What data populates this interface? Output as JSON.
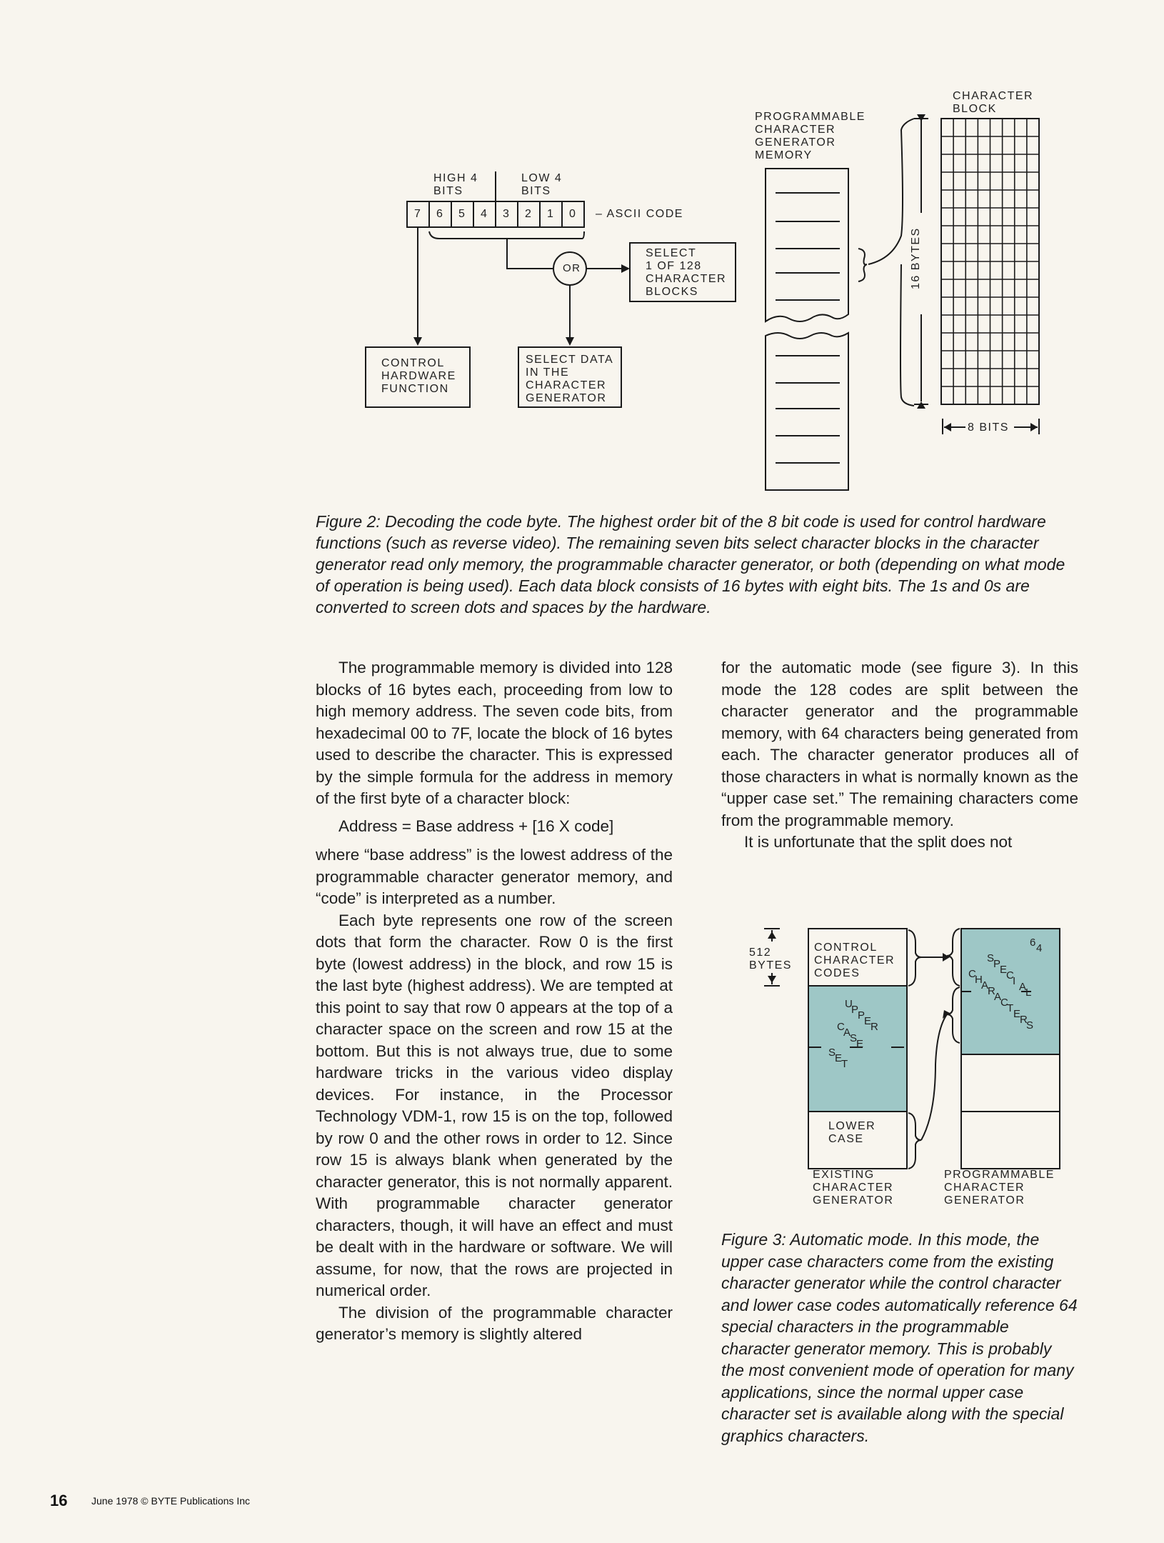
{
  "figure2": {
    "high_bits_label": "HIGH 4\nBITS",
    "low_bits_label": "LOW 4\nBITS",
    "bit_cells": [
      "7",
      "6",
      "5",
      "4",
      "3",
      "2",
      "1",
      "0"
    ],
    "ascii_code_label": "– ASCII CODE",
    "or_label": "OR",
    "select_block_label": "SELECT\n1 OF 128\nCHARACTER\nBLOCKS",
    "control_hw_label": "CONTROL\nHARDWARE\nFUNCTION",
    "select_data_label": "SELECT DATA\nIN THE\nCHARACTER\nGENERATOR",
    "pcg_memory_label": "PROGRAMMABLE\nCHARACTER\nGENERATOR\nMEMORY",
    "char_block_label": "CHARACTER\nBLOCK",
    "sixteen_bytes_label": "16 BYTES",
    "eight_bits_label": "8 BITS",
    "caption": "Figure 2: Decoding the code byte. The highest order bit of the 8 bit code is used for control hardware functions (such as reverse video). The remaining seven bits select character blocks in the character generator read only memory, the programmable character generator, or both (depending on what mode of operation is being used). Each data block consists of 16 bytes with eight bits. The 1s and 0s are converted to screen dots and spaces by the hardware."
  },
  "left_column": {
    "p1": "The programmable memory is divided into 128 blocks of 16 bytes each, proceeding from low to high memory address. The seven code bits, from hexadecimal 00 to 7F, locate the block of 16 bytes used to describe the character. This is expressed by the simple formula for the address in memory of the first byte of a character block:",
    "formula": "Address = Base address + [16 X code]",
    "p2": "where “base address” is the lowest address of the programmable character generator memory, and “code” is interpreted as a number.",
    "p3": "Each byte represents one row of the screen dots that form the character. Row 0 is the first byte (lowest address) in the block, and row 15 is the last byte (highest address). We are tempted at this point to say that row 0 appears at the top of a character space on the screen and row 15 at the bottom. But this is not always true, due to some hardware tricks in the various video display devices. For instance, in the Processor Technology VDM-1, row 15 is on the top, followed by row 0 and the other rows in order to 12. Since row 15 is always blank when generated by the character generator, this is not normally apparent. With programmable character generator characters, though, it will have an effect and must be dealt with in the hardware or software. We will assume, for now, that the rows are projected in numerical order.",
    "p4": "The division of the programmable character generator’s memory is slightly altered"
  },
  "right_column": {
    "p1": "for the automatic mode (see figure 3). In this mode the 128 codes are split between the character generator and the programmable memory, with 64 characters being generated from each. The character generator produces all of those characters in what is normally known as the “upper case set.” The remaining characters come from the programmable memory.",
    "p2": "It is unfortunate that the split does not"
  },
  "figure3": {
    "bytes_label": "512\nBYTES",
    "control_codes_label": "CONTROL\nCHARACTER\nCODES",
    "upper_case_letters": [
      "U",
      "P",
      "P",
      "E",
      "R",
      "C",
      "A",
      "S",
      "E",
      "S",
      "E",
      "T"
    ],
    "lower_case_label": "LOWER\nCASE",
    "existing_cg_label": "EXISTING\nCHARACTER\nGENERATOR",
    "programmable_cg_label": "PROGRAMMABLE\nCHARACTER\nGENERATOR",
    "special_letters": [
      "6",
      "4",
      "S",
      "P",
      "E",
      "C",
      "I",
      "A",
      "L",
      "C",
      "H",
      "A",
      "R",
      "A",
      "C",
      "T",
      "E",
      "R",
      "S"
    ],
    "caption": "Figure 3: Automatic mode. In this mode, the upper case characters come from the existing character generator while the control character and lower case codes automatically reference 64 special characters in the programmable character generator memory. This is probably the most convenient mode of operation for many applications, since the normal upper case character set is available along with the special graphics characters.",
    "teal_color": "#9ec7c6"
  },
  "footer": {
    "page_number": "16",
    "publication": "June 1978 © BYTE Publications Inc"
  }
}
